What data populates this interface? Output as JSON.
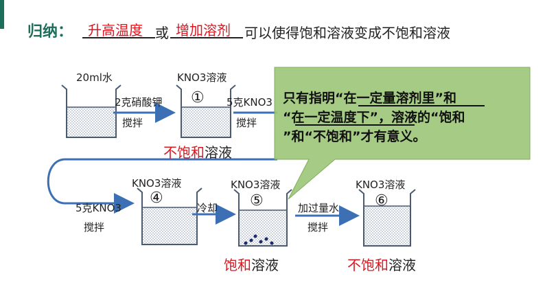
{
  "title": {
    "prefix": "归纳：",
    "blank1": "升高温度",
    "connector": "或",
    "blank2": "增加溶剂",
    "suffix": "可以使得饱和溶液变成不饱和溶液"
  },
  "beakers": {
    "b0_label": "20ml水",
    "b1_label": "KNO3溶液",
    "b1_number": "①",
    "b4_label": "KNO3溶液",
    "b4_number": "④",
    "b5_label": "KNO3溶液",
    "b5_number": "⑤",
    "b6_label": "KNO3溶液",
    "b6_number": "⑥"
  },
  "arrows": {
    "a1_top": "2克硝酸钾",
    "a1_bottom": "搅拌",
    "a2_top": "5克KNO3",
    "a2_bottom": "搅拌",
    "a3_top": "5克KNO3",
    "a3_bottom": "搅拌",
    "a4_top": "冷却",
    "a5_top": "加过量水",
    "a5_bottom": "搅拌"
  },
  "states": {
    "s1_red": "不饱和",
    "s1_black": "溶液",
    "s5_red": "饱和",
    "s5_black": "溶液",
    "s6_red": "不饱和",
    "s6_black": "溶液"
  },
  "callout": {
    "line1": "只有指明“在一定量溶剂里”和",
    "line2": "“在一定温度下”，溶液的“饱和",
    "line3": "”和“不饱和”才有意义。"
  },
  "colors": {
    "accent": "#1d6e5a",
    "red": "#e0141e",
    "callout_bg": "#9ec77a",
    "arrow": "#3c6fb4"
  }
}
